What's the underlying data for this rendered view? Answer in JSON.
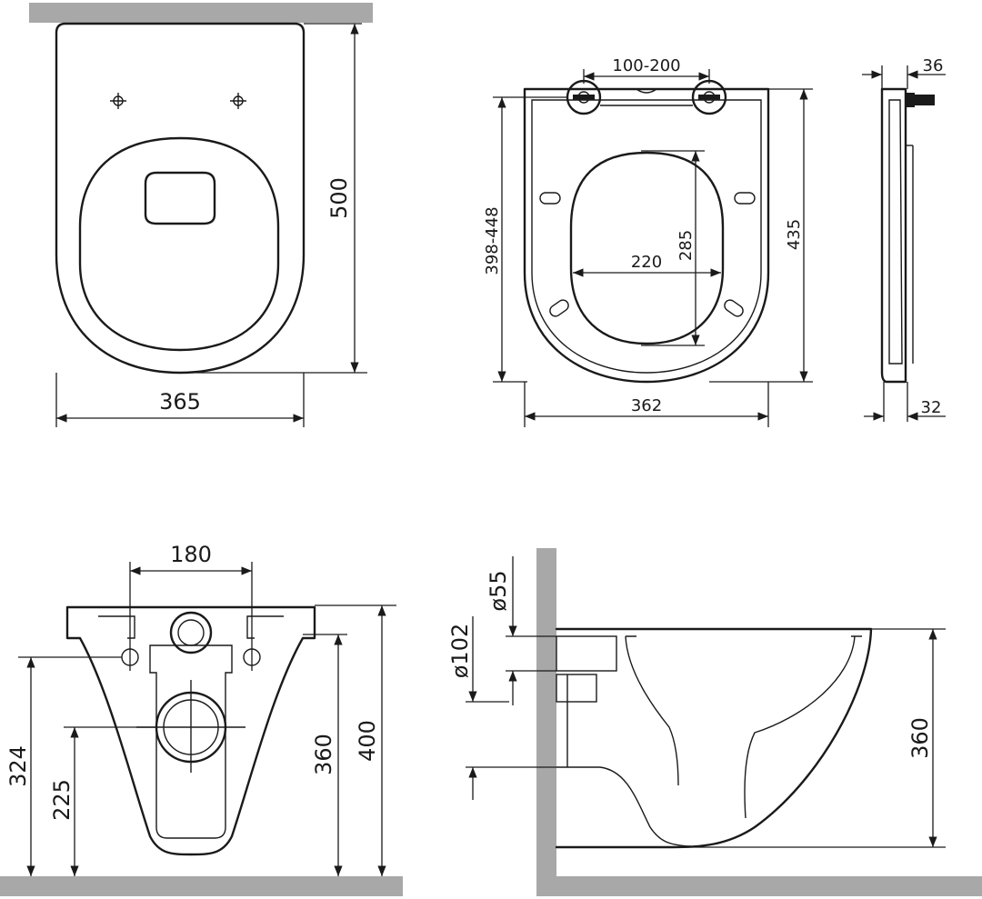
{
  "views": {
    "top_view": {
      "width_label": "365",
      "length_label": "500"
    },
    "seat_view": {
      "hinge_spacing_label": "100-200",
      "length_range_label": "398-448",
      "inner_width_label": "220",
      "inner_length_label": "285",
      "outer_length_label": "435",
      "width_label": "362"
    },
    "seat_side_view": {
      "top_thickness_label": "36",
      "bottom_thickness_label": "32"
    },
    "back_view": {
      "bolt_spacing_label": "180",
      "bolt_height_label": "324",
      "outlet_height_label": "225",
      "rim_height_label": "360",
      "total_height_label": "400"
    },
    "side_view": {
      "inlet_diameter_label": "ø55",
      "outlet_diameter_label": "ø102",
      "rim_height_label": "360"
    }
  }
}
